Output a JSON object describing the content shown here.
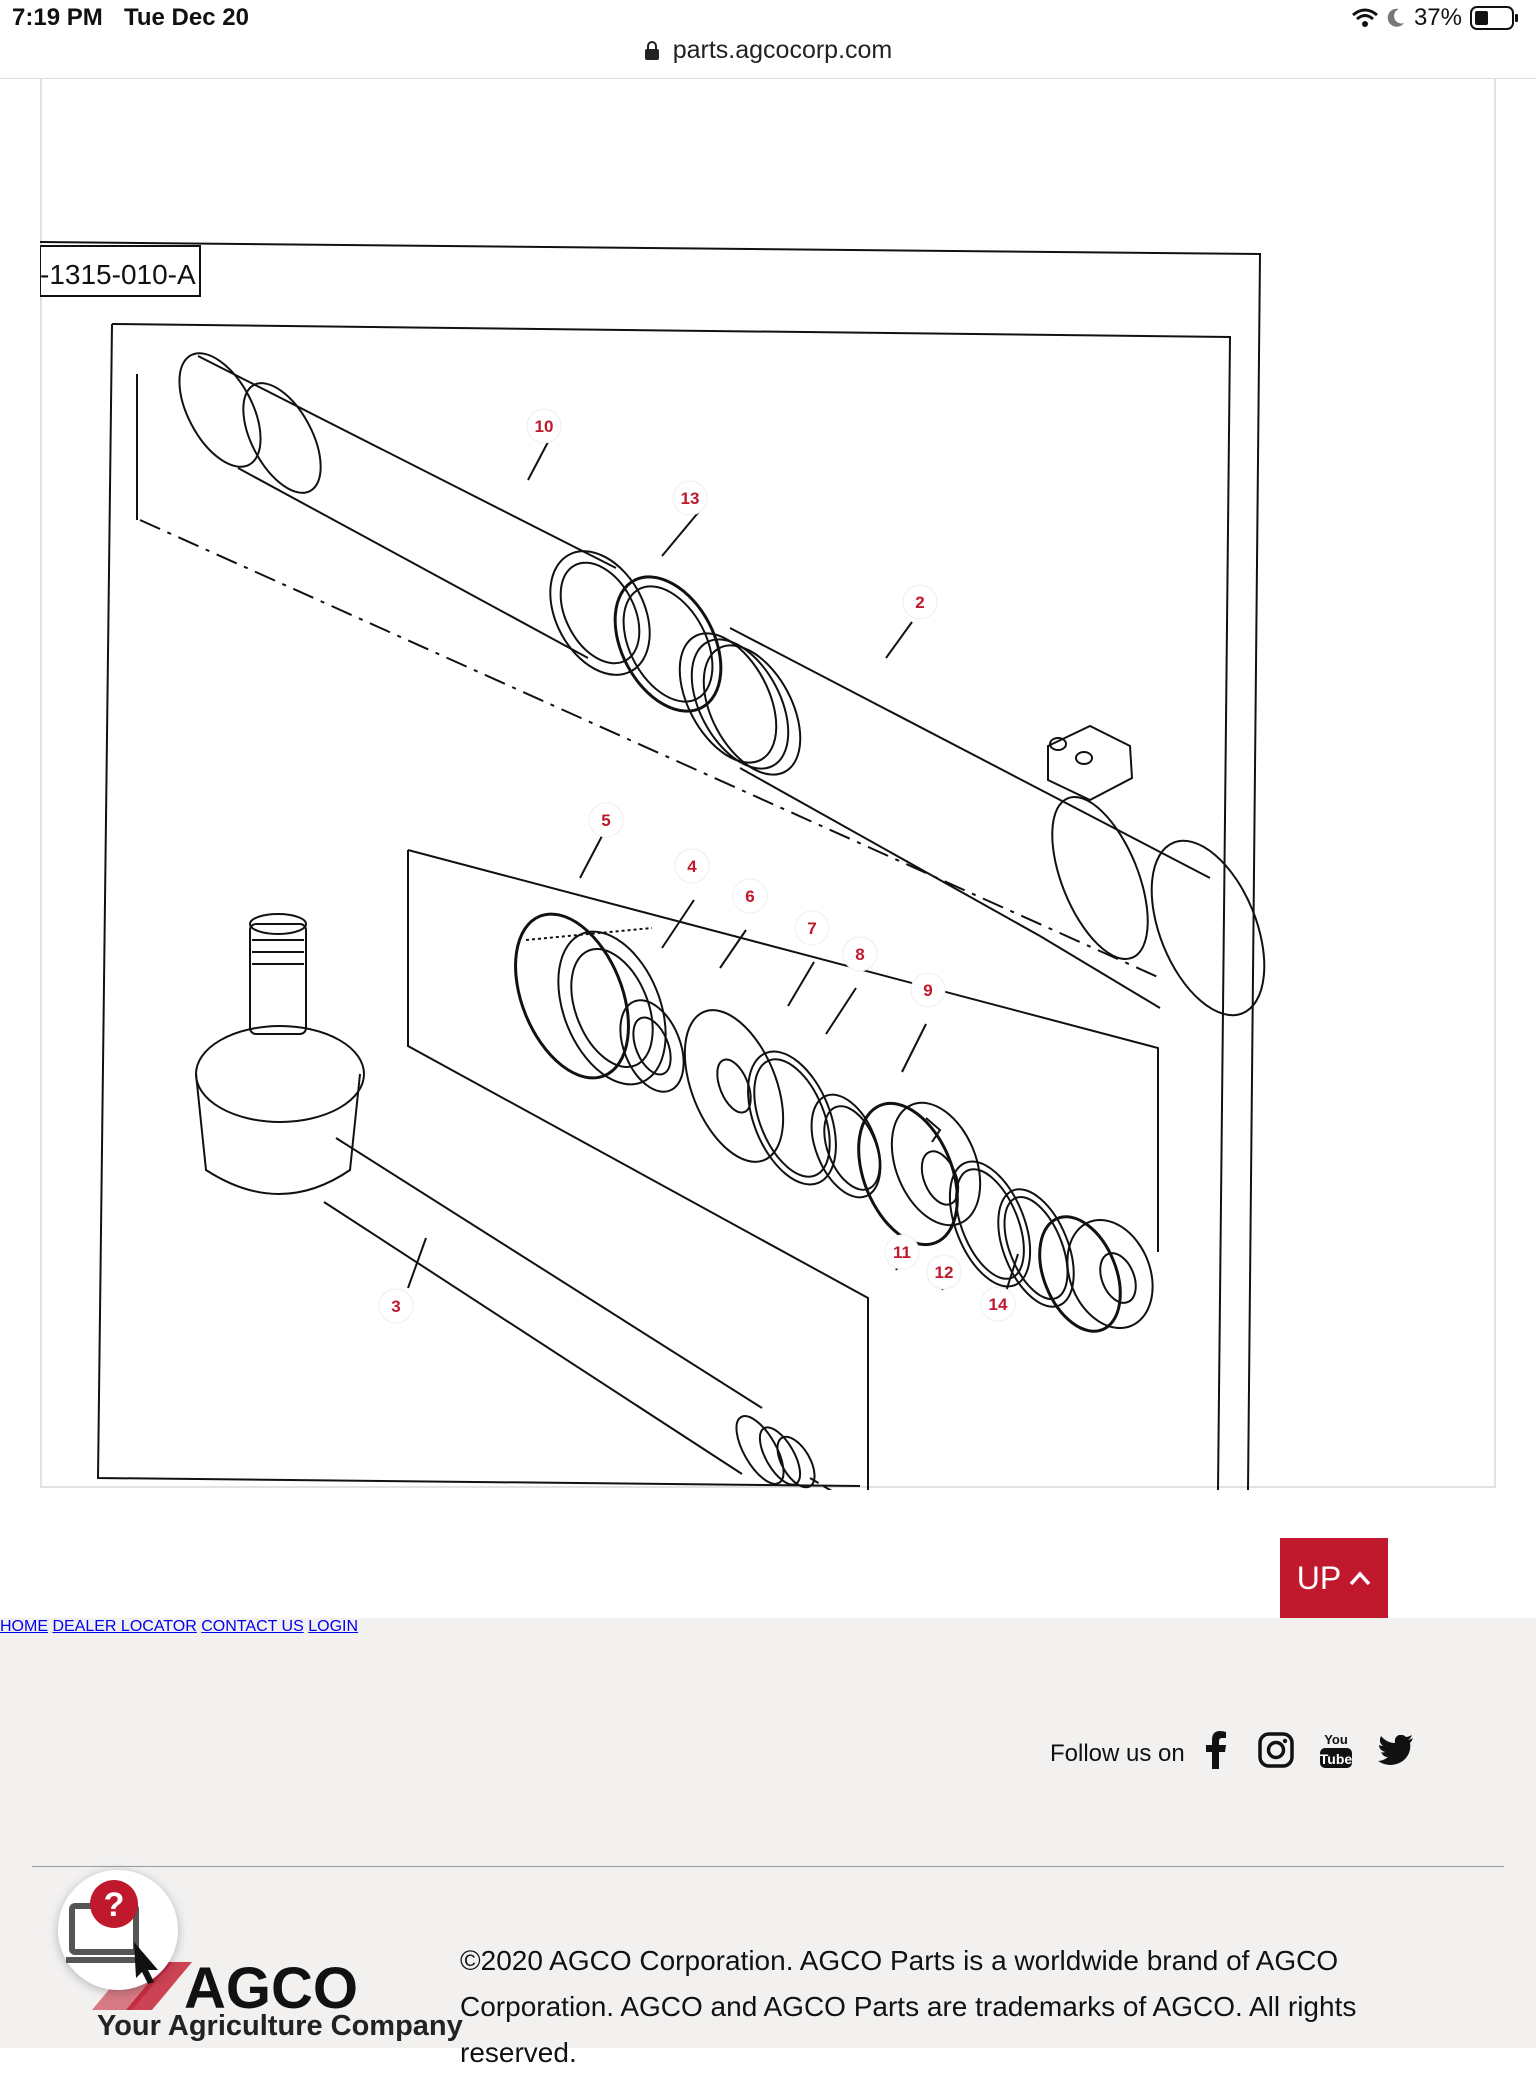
{
  "status_bar": {
    "time": "7:19 PM",
    "date": "Tue Dec 20",
    "battery": "37%"
  },
  "browser": {
    "url": "parts.agcocorp.com"
  },
  "diagram": {
    "figure_id": "-1315-010-A",
    "callouts": [
      "10",
      "13",
      "2",
      "5",
      "4",
      "6",
      "7",
      "8",
      "9",
      "11",
      "12",
      "14",
      "3"
    ]
  },
  "up_button": {
    "label": "UP"
  },
  "footer": {
    "nav": [
      "HOME",
      "DEALER LOCATOR",
      "CONTACT US",
      "LOGIN"
    ],
    "follow_label": "Follow us on",
    "social": [
      "facebook-icon",
      "instagram-icon",
      "youtube-icon",
      "twitter-icon"
    ],
    "copyright": "©2020 AGCO Corporation. AGCO Parts is a worldwide brand of AGCO Corporation. AGCO and AGCO Parts are trademarks of AGCO. All rights reserved.",
    "logo_text": "AGCO",
    "tagline": "Your Agriculture Company"
  },
  "colors": {
    "brand_red": "#c0182d",
    "footer_bg": "#f2f1f0"
  }
}
